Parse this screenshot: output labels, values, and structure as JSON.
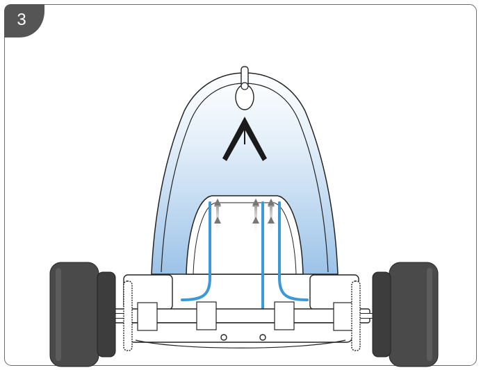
{
  "step": {
    "number": "3"
  },
  "colors": {
    "badge": "#555555",
    "frame": "#6b6b6b",
    "accent_blue": "#3a9ad9",
    "light_blue": "#cfe3f6",
    "tire": "#4a4a4a",
    "arrow": "#8a8a8a"
  },
  "icons": {
    "step_badge": "step-number-badge",
    "arrows": "up-arrow-icon",
    "vehicle": "kart-frame-illustration"
  }
}
